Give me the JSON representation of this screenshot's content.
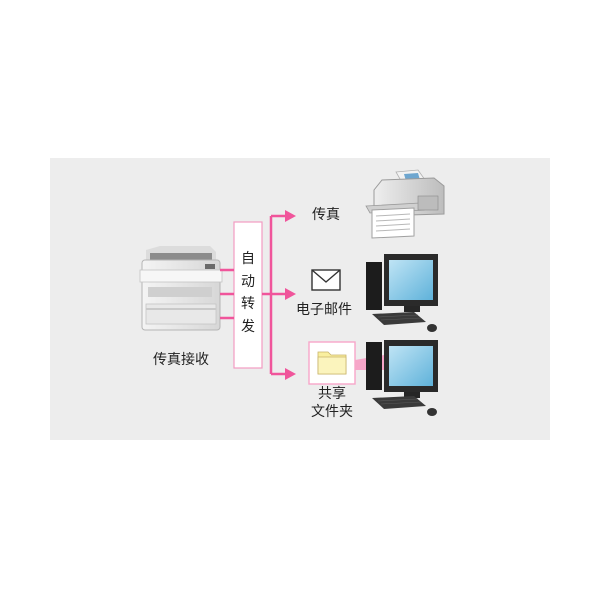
{
  "source": {
    "label": "传真接收"
  },
  "forward_box": {
    "chars": [
      "自",
      "动",
      "转",
      "发"
    ]
  },
  "destinations": {
    "fax": {
      "label": "传真"
    },
    "email": {
      "label": "电子邮件"
    },
    "folder": {
      "label_line1": "共享",
      "label_line2": "文件夹"
    }
  },
  "colors": {
    "panel_bg": "#ededed",
    "arrow": "#f0559b",
    "box_border": "#f29bc2",
    "folder_highlight": "#f7a6c9",
    "folder_fill": "#f9ef9f"
  },
  "icons": {
    "source": "multifunction-printer-icon",
    "fax": "fax-machine-icon",
    "email": "envelope-icon",
    "folder": "folder-icon",
    "computer": "desktop-computer-icon"
  }
}
